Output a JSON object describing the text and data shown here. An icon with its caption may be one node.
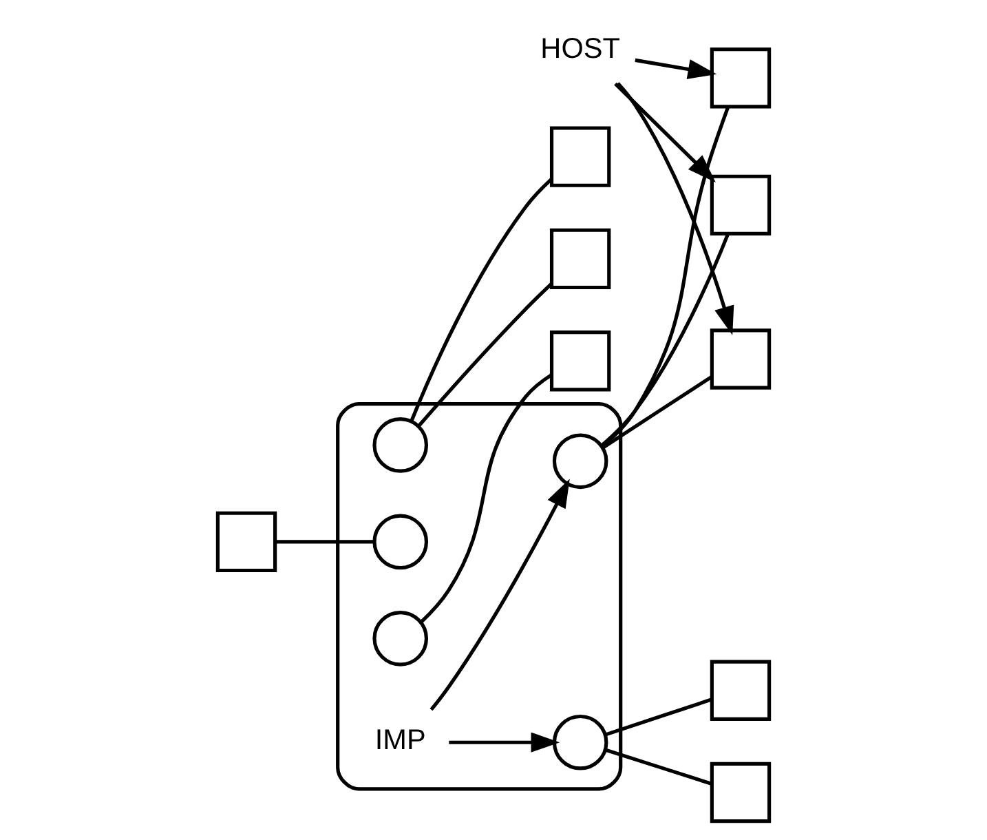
{
  "diagram": {
    "nodes": [
      {
        "text": [],
        "shape": "cloud"
      },
      {
        "text": [],
        "shape": "box"
      },
      {
        "text": [],
        "shape": "box"
      },
      {
        "text": [],
        "shape": "box"
      },
      {
        "text": [],
        "shape": "circle",
        "in": 0
      },
      {
        "text": [
          "HOST"
        ]
      },
      {
        "text": [],
        "shape": "box"
      },
      {
        "text": [],
        "shape": "circle",
        "in": 0
      },
      {
        "text": [
          "IMP"
        ],
        "in": 0
      },
      {
        "text": [],
        "shape": "circle",
        "in": 0
      },
      {
        "text": [],
        "shape": "box"
      },
      {
        "text": [],
        "shape": "box"
      },
      {
        "text": [],
        "shape": "circle",
        "in": 0
      },
      {
        "text": [],
        "shape": "circle",
        "in": 0
      },
      {
        "text": [],
        "shape": "box"
      },
      {
        "text": [],
        "shape": "box"
      },
      {
        "text": [],
        "shape": "box"
      }
    ],
    "edges": [
      {
        "from": 4,
        "to": 1,
        "arrow": "none"
      },
      {
        "from": 4,
        "to": 2,
        "arrow": "none"
      },
      {
        "from": 3,
        "to": 7,
        "arrow": "none"
      },
      {
        "from": 9,
        "to": 6,
        "arrow": "none"
      },
      {
        "from": 9,
        "to": 10,
        "arrow": "none"
      },
      {
        "from": 9,
        "to": 11,
        "arrow": "none"
      },
      {
        "from": 12,
        "to": 14,
        "arrow": "none"
      },
      {
        "from": 13,
        "to": 15,
        "arrow": "none"
      },
      {
        "from": 13,
        "to": 16,
        "arrow": "none"
      },
      {
        "from": 8,
        "to": 9,
        "arrow": "to"
      },
      {
        "from": 8,
        "to": 13,
        "arrow": "to"
      },
      {
        "from": 5,
        "to": 6,
        "arrow": "to"
      },
      {
        "from": 5,
        "to": 10,
        "arrow": "to"
      },
      {
        "from": 5,
        "to": 11,
        "arrow": "to"
      }
    ]
  }
}
